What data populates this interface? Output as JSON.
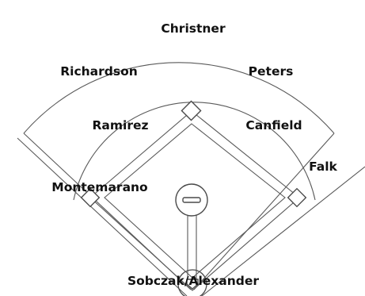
{
  "positions": {
    "center_field": "Christner",
    "left_field": "Richardson",
    "right_field": "Peters",
    "shortstop": "Ramirez",
    "second_base": "Canfield",
    "first_base": "Falk",
    "third_base": "Montemarano",
    "battery": "Sobczak/Alexander"
  }
}
